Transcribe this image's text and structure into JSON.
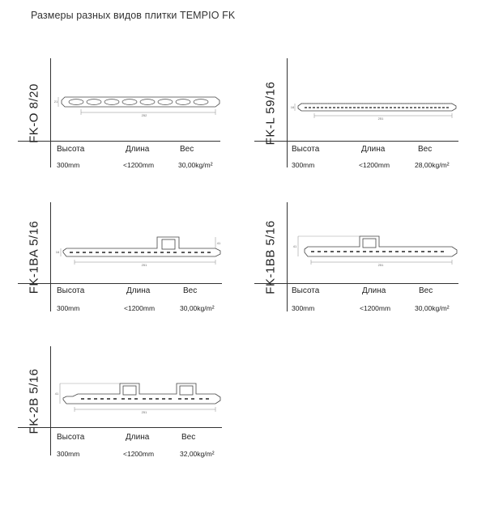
{
  "title": "Размеры разных видов плитки TEMPIO FK",
  "cards": [
    {
      "model": "FK-O 8/20",
      "labels": [
        "Высота",
        "Длина",
        "Вес"
      ],
      "values": [
        "300mm",
        "<1200mm",
        "30,00kg/m²"
      ],
      "dims": {
        "width": "252",
        "height": "21"
      }
    },
    {
      "model": "FK-L 59/16",
      "labels": [
        "Высота",
        "Длина",
        "Вес"
      ],
      "values": [
        "300mm",
        "<1200mm",
        "28,00kg/m²"
      ],
      "dims": {
        "width": "251",
        "height": "16"
      }
    },
    {
      "model": "FK-1BA 5/16",
      "labels": [
        "Высота",
        "Длина",
        "Вес"
      ],
      "values": [
        "300mm",
        "<1200mm",
        "30,00kg/m²"
      ],
      "dims": {
        "width": "251",
        "height": "16",
        "height2": "41"
      }
    },
    {
      "model": "FK-1BB 5/16",
      "labels": [
        "Высота",
        "Длина",
        "Вес"
      ],
      "values": [
        "300mm",
        "<1200mm",
        "30,00kg/m²"
      ],
      "dims": {
        "width": "251",
        "height": "41"
      }
    },
    {
      "model": "FK-2B 5/16",
      "labels": [
        "Высота",
        "Длина",
        "Вес"
      ],
      "values": [
        "300mm",
        "<1200mm",
        "32,00kg/m²"
      ],
      "dims": {
        "width": "251",
        "height": "41"
      }
    }
  ]
}
